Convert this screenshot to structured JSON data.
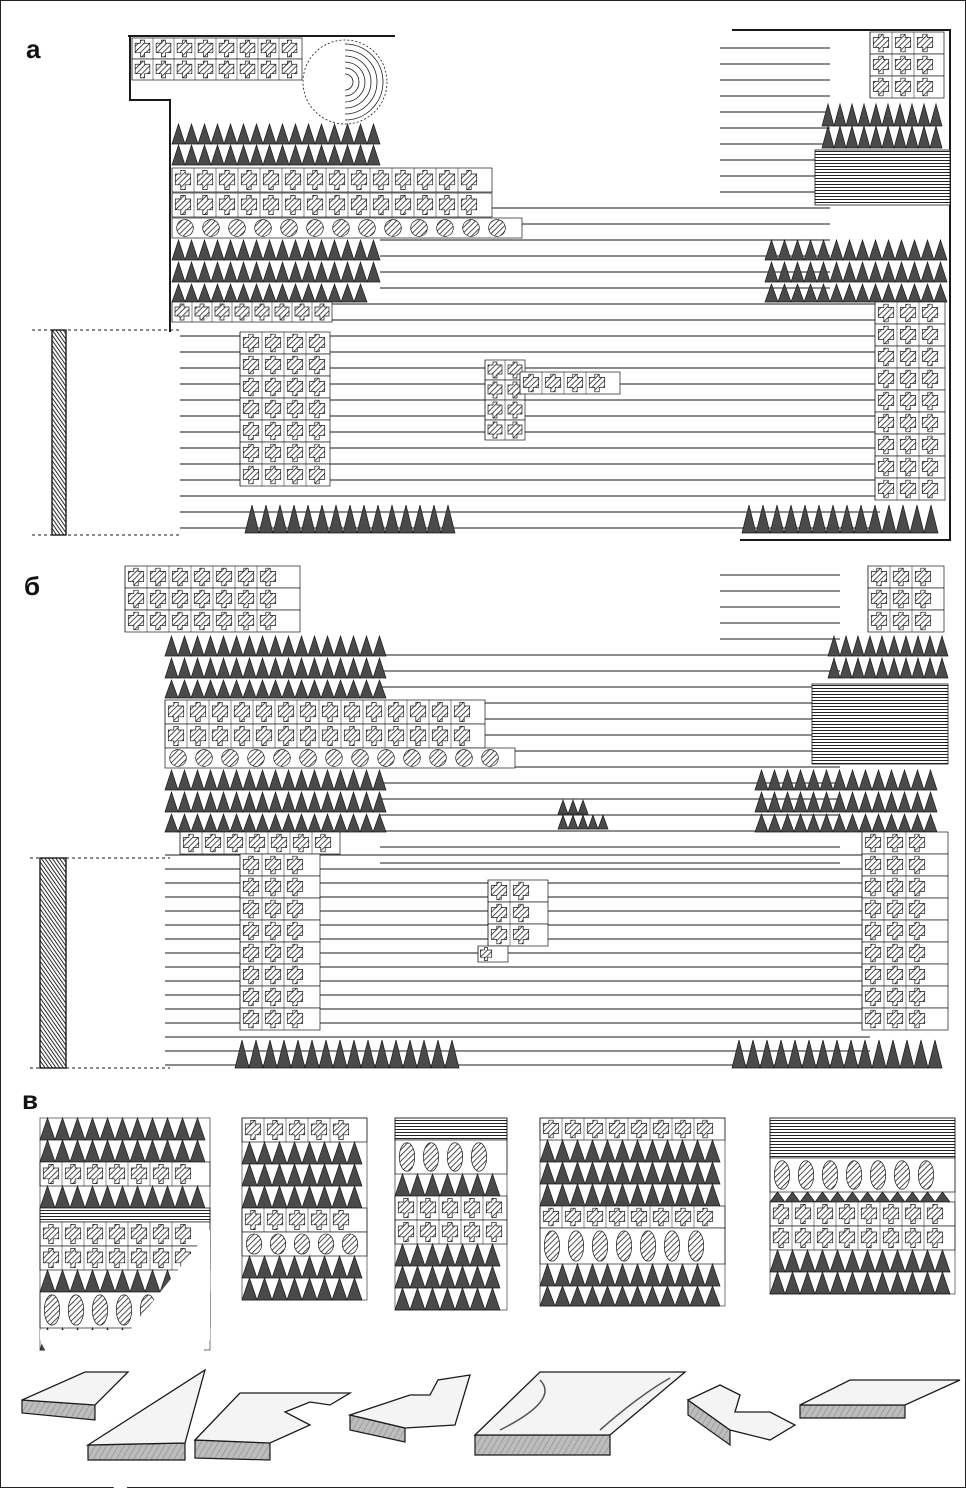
{
  "panels": {
    "a": {
      "label": "а"
    },
    "b": {
      "label": "б"
    },
    "c": {
      "label": "в"
    }
  },
  "colors": {
    "ink": "#1a1a1a",
    "paper": "#ffffff",
    "shade": "#4a4a4a",
    "light_shade": "#9a9a9a",
    "plaque_face": "#f4f4f4",
    "plaque_side": "#c8c8c8"
  }
}
